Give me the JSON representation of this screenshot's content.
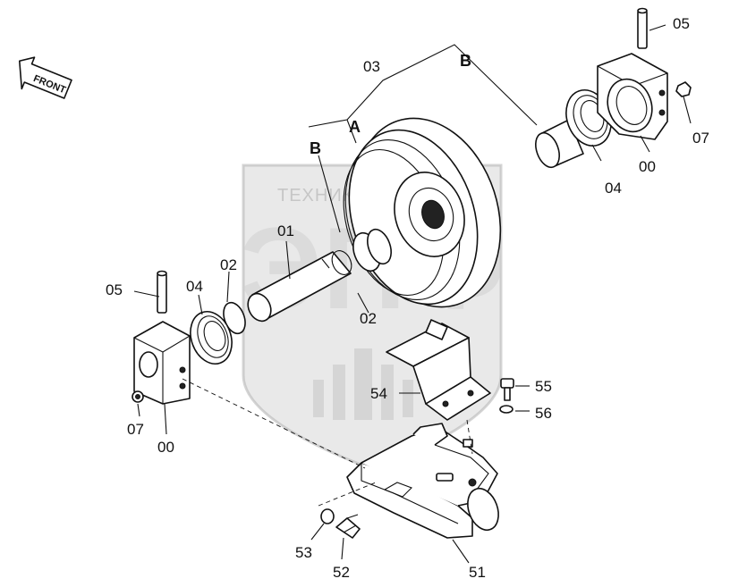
{
  "front_label": "FRONT",
  "watermark": {
    "text": "ТЕХНИКА",
    "logo": "ЭПФ"
  },
  "callouts": {
    "c03": "03",
    "cA": "A",
    "cB_top": "B",
    "cB_left": "B",
    "c05_right": "05",
    "c07_right": "07",
    "c00_right": "00",
    "c04_right": "04",
    "c01": "01",
    "c02_left": "02",
    "c02_mid": "02",
    "c05_left": "05",
    "c04_left": "04",
    "c07_left": "07",
    "c00_left": "00",
    "c54": "54",
    "c55": "55",
    "c56": "56",
    "c53": "53",
    "c52": "52",
    "c51": "51"
  }
}
